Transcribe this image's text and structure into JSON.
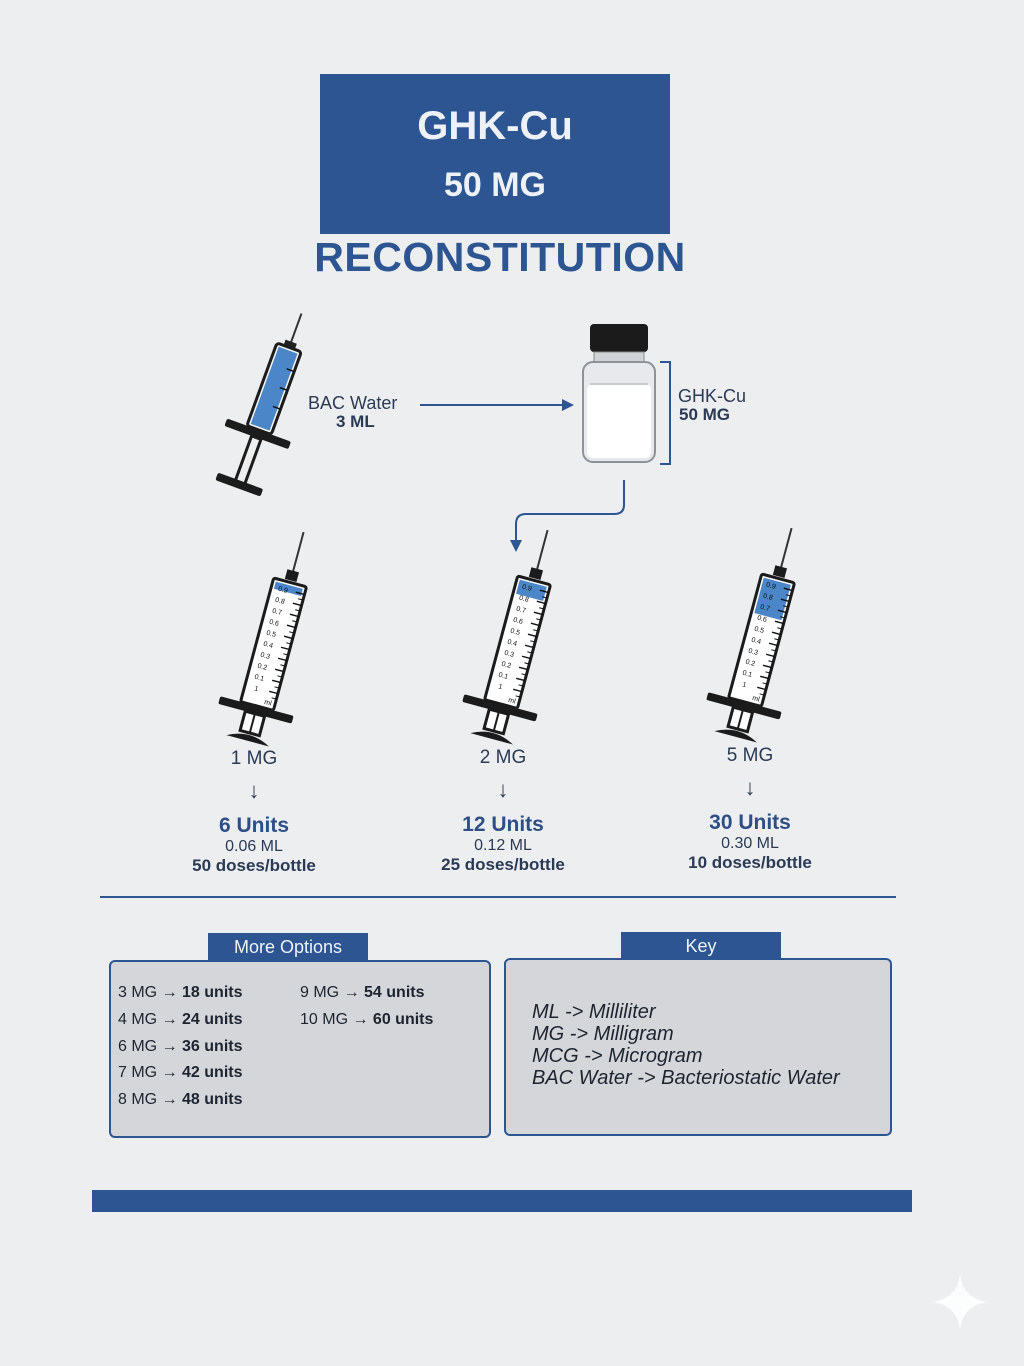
{
  "header": {
    "title_line1": "GHK-Cu",
    "title_line2": "50 MG",
    "subtitle": "RECONSTITUTION"
  },
  "reconstitution": {
    "bac_water_label": "BAC Water",
    "bac_water_amount": "3 ML",
    "vial_label": "GHK-Cu",
    "vial_amount": "50 MG"
  },
  "syringe_scale": {
    "ticks": [
      "0.9",
      "0.8",
      "0.7",
      "0.6",
      "0.5",
      "0.4",
      "0.3",
      "0.2",
      "0.1",
      "1"
    ],
    "unit": "ml"
  },
  "doses": [
    {
      "dose": "1 MG",
      "arrow": "↓",
      "units": "6 Units",
      "ml": "0.06 ML",
      "bottle": "50 doses/bottle",
      "fill_fraction": 0.06
    },
    {
      "dose": "2 MG",
      "arrow": "↓",
      "units": "12 Units",
      "ml": "0.12 ML",
      "bottle": "25 doses/bottle",
      "fill_fraction": 0.12
    },
    {
      "dose": "5 MG",
      "arrow": "↓",
      "units": "30 Units",
      "ml": "0.30 ML",
      "bottle": "10 doses/bottle",
      "fill_fraction": 0.3
    }
  ],
  "more_options": {
    "tab_label": "More Options",
    "items": [
      {
        "dose": "3 MG",
        "arrow": "→",
        "units": "18 units"
      },
      {
        "dose": "4 MG",
        "arrow": "→",
        "units": "24 units"
      },
      {
        "dose": "6 MG",
        "arrow": "→",
        "units": "36 units"
      },
      {
        "dose": "7 MG",
        "arrow": "→",
        "units": "42 units"
      },
      {
        "dose": "8 MG",
        "arrow": "→",
        "units": "48 units"
      },
      {
        "dose": "9 MG",
        "arrow": "→",
        "units": "54 units"
      },
      {
        "dose": "10 MG",
        "arrow": "→",
        "units": "60 units"
      }
    ]
  },
  "key": {
    "tab_label": "Key",
    "items": [
      "ML -> Milliliter",
      "MG -> Milligram",
      "MCG -> Microgram",
      "BAC Water -> Bacteriostatic Water"
    ]
  },
  "colors": {
    "brand_blue": "#2d5592",
    "liquid_blue": "#4a86c8",
    "background": "#eceef0"
  }
}
